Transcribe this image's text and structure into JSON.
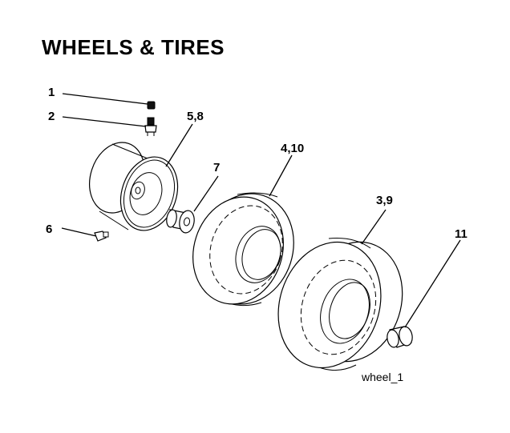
{
  "title": "WHEELS & TIRES",
  "figure_tag": "wheel_1",
  "callouts": {
    "c1": "1",
    "c2": "2",
    "c58": "5,8",
    "c7": "7",
    "c410": "4,10",
    "c39": "3,9",
    "c6": "6",
    "c11": "11"
  }
}
